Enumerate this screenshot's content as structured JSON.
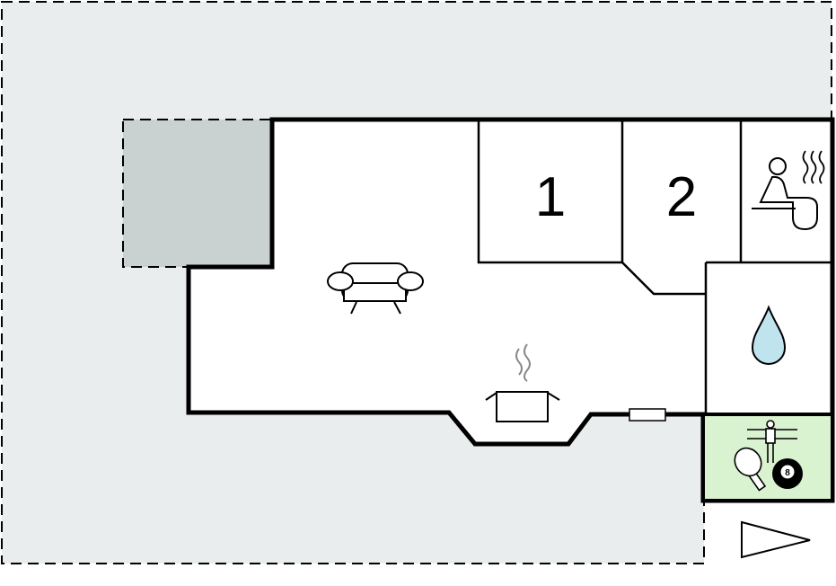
{
  "colors": {
    "plot": "#e9eded",
    "terrace": "#c9d1d1",
    "interior": "#ffffff",
    "game_room": "#d9f2cf",
    "water": "#bfe4ee",
    "wall": "#000000",
    "steam": "#888888"
  },
  "rooms": {
    "bedroom_1": {
      "label": "1"
    },
    "bedroom_2": {
      "label": "2"
    }
  },
  "icons": {
    "living": "sofa-icon",
    "kitchen": "cooking-pot-icon",
    "sauna": "sauna-icon",
    "bathroom": "water-drop-icon",
    "game_room": "table-football-icon",
    "table_tennis": "table-tennis-paddle-icon",
    "billiards": "billiard-ball-icon",
    "billiard_number": "8",
    "compass": "north-arrow-icon"
  }
}
